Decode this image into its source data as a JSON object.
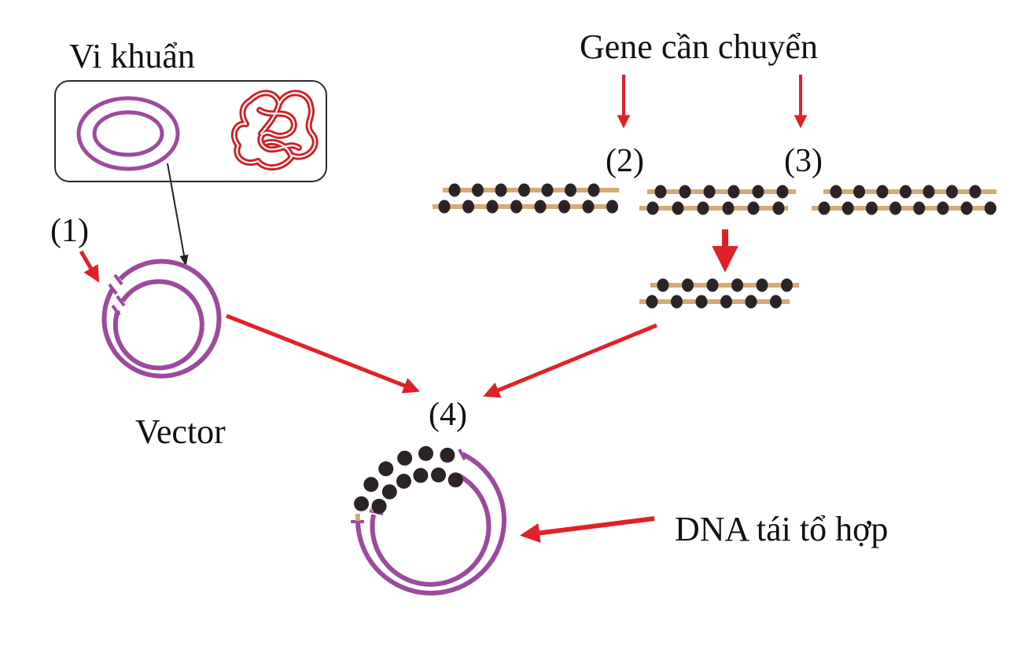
{
  "diagram": {
    "title_bacteria": "Vi khuẩn",
    "title_gene": "Gene cần chuyển",
    "label_vector": "Vector",
    "label_recombinant": "DNA tái tổ hợp",
    "steps": [
      "(1)",
      "(2)",
      "(3)",
      "(4)"
    ],
    "colors": {
      "plasmid": "#9b4a9e",
      "chromosome": "#cf2027",
      "arrow": "#e02128",
      "dna_strand": "#d3aa78",
      "nucleotide": "#2b2326",
      "text": "#111111",
      "pointer": "#222222"
    },
    "gene_segments": [
      {
        "name": "left-fragment",
        "top_beads": 7,
        "bottom_beads": 8
      },
      {
        "name": "middle-gene-fragment",
        "top_beads": 6,
        "bottom_beads": 6
      },
      {
        "name": "right-fragment",
        "top_beads": 7,
        "bottom_beads": 8
      }
    ],
    "isolated_gene": {
      "top_beads": 6,
      "bottom_beads": 6
    },
    "recombinant_insert": {
      "outer_beads": 6,
      "inner_beads": 6
    }
  }
}
